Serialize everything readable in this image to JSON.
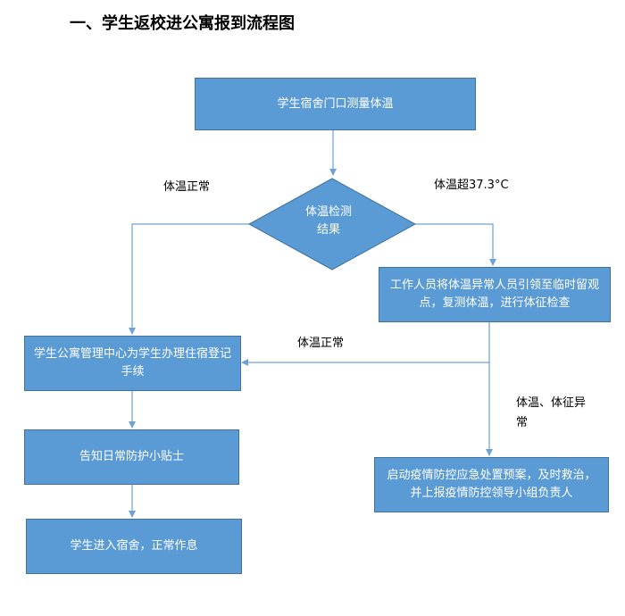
{
  "title": "一、学生返校进公寓报到流程图",
  "nodes": {
    "start": "学生宿舍门口测量体温",
    "decision_line1": "体温检测",
    "decision_line2": "结果",
    "recheck": "工作人员将体温异常人员引领至临时留观点，复测体温，进行体征检查",
    "register": "学生公寓管理中心为学生办理住宿登记手续",
    "tips": "告知日常防护小贴士",
    "enter": "学生进入宿舍，正常作息",
    "emergency": "启动疫情防控应急处置预案，及时救治，并上报疫情防控领导小组负责人"
  },
  "labels": {
    "normal_left": "体温正常",
    "over_temp": "体温超37.3°C",
    "normal_mid": "体温正常",
    "abnormal": "体温、体征异常"
  },
  "colors": {
    "box_fill": "#5b9bd5",
    "box_border": "#41719c",
    "connector": "#6fa0d8"
  }
}
